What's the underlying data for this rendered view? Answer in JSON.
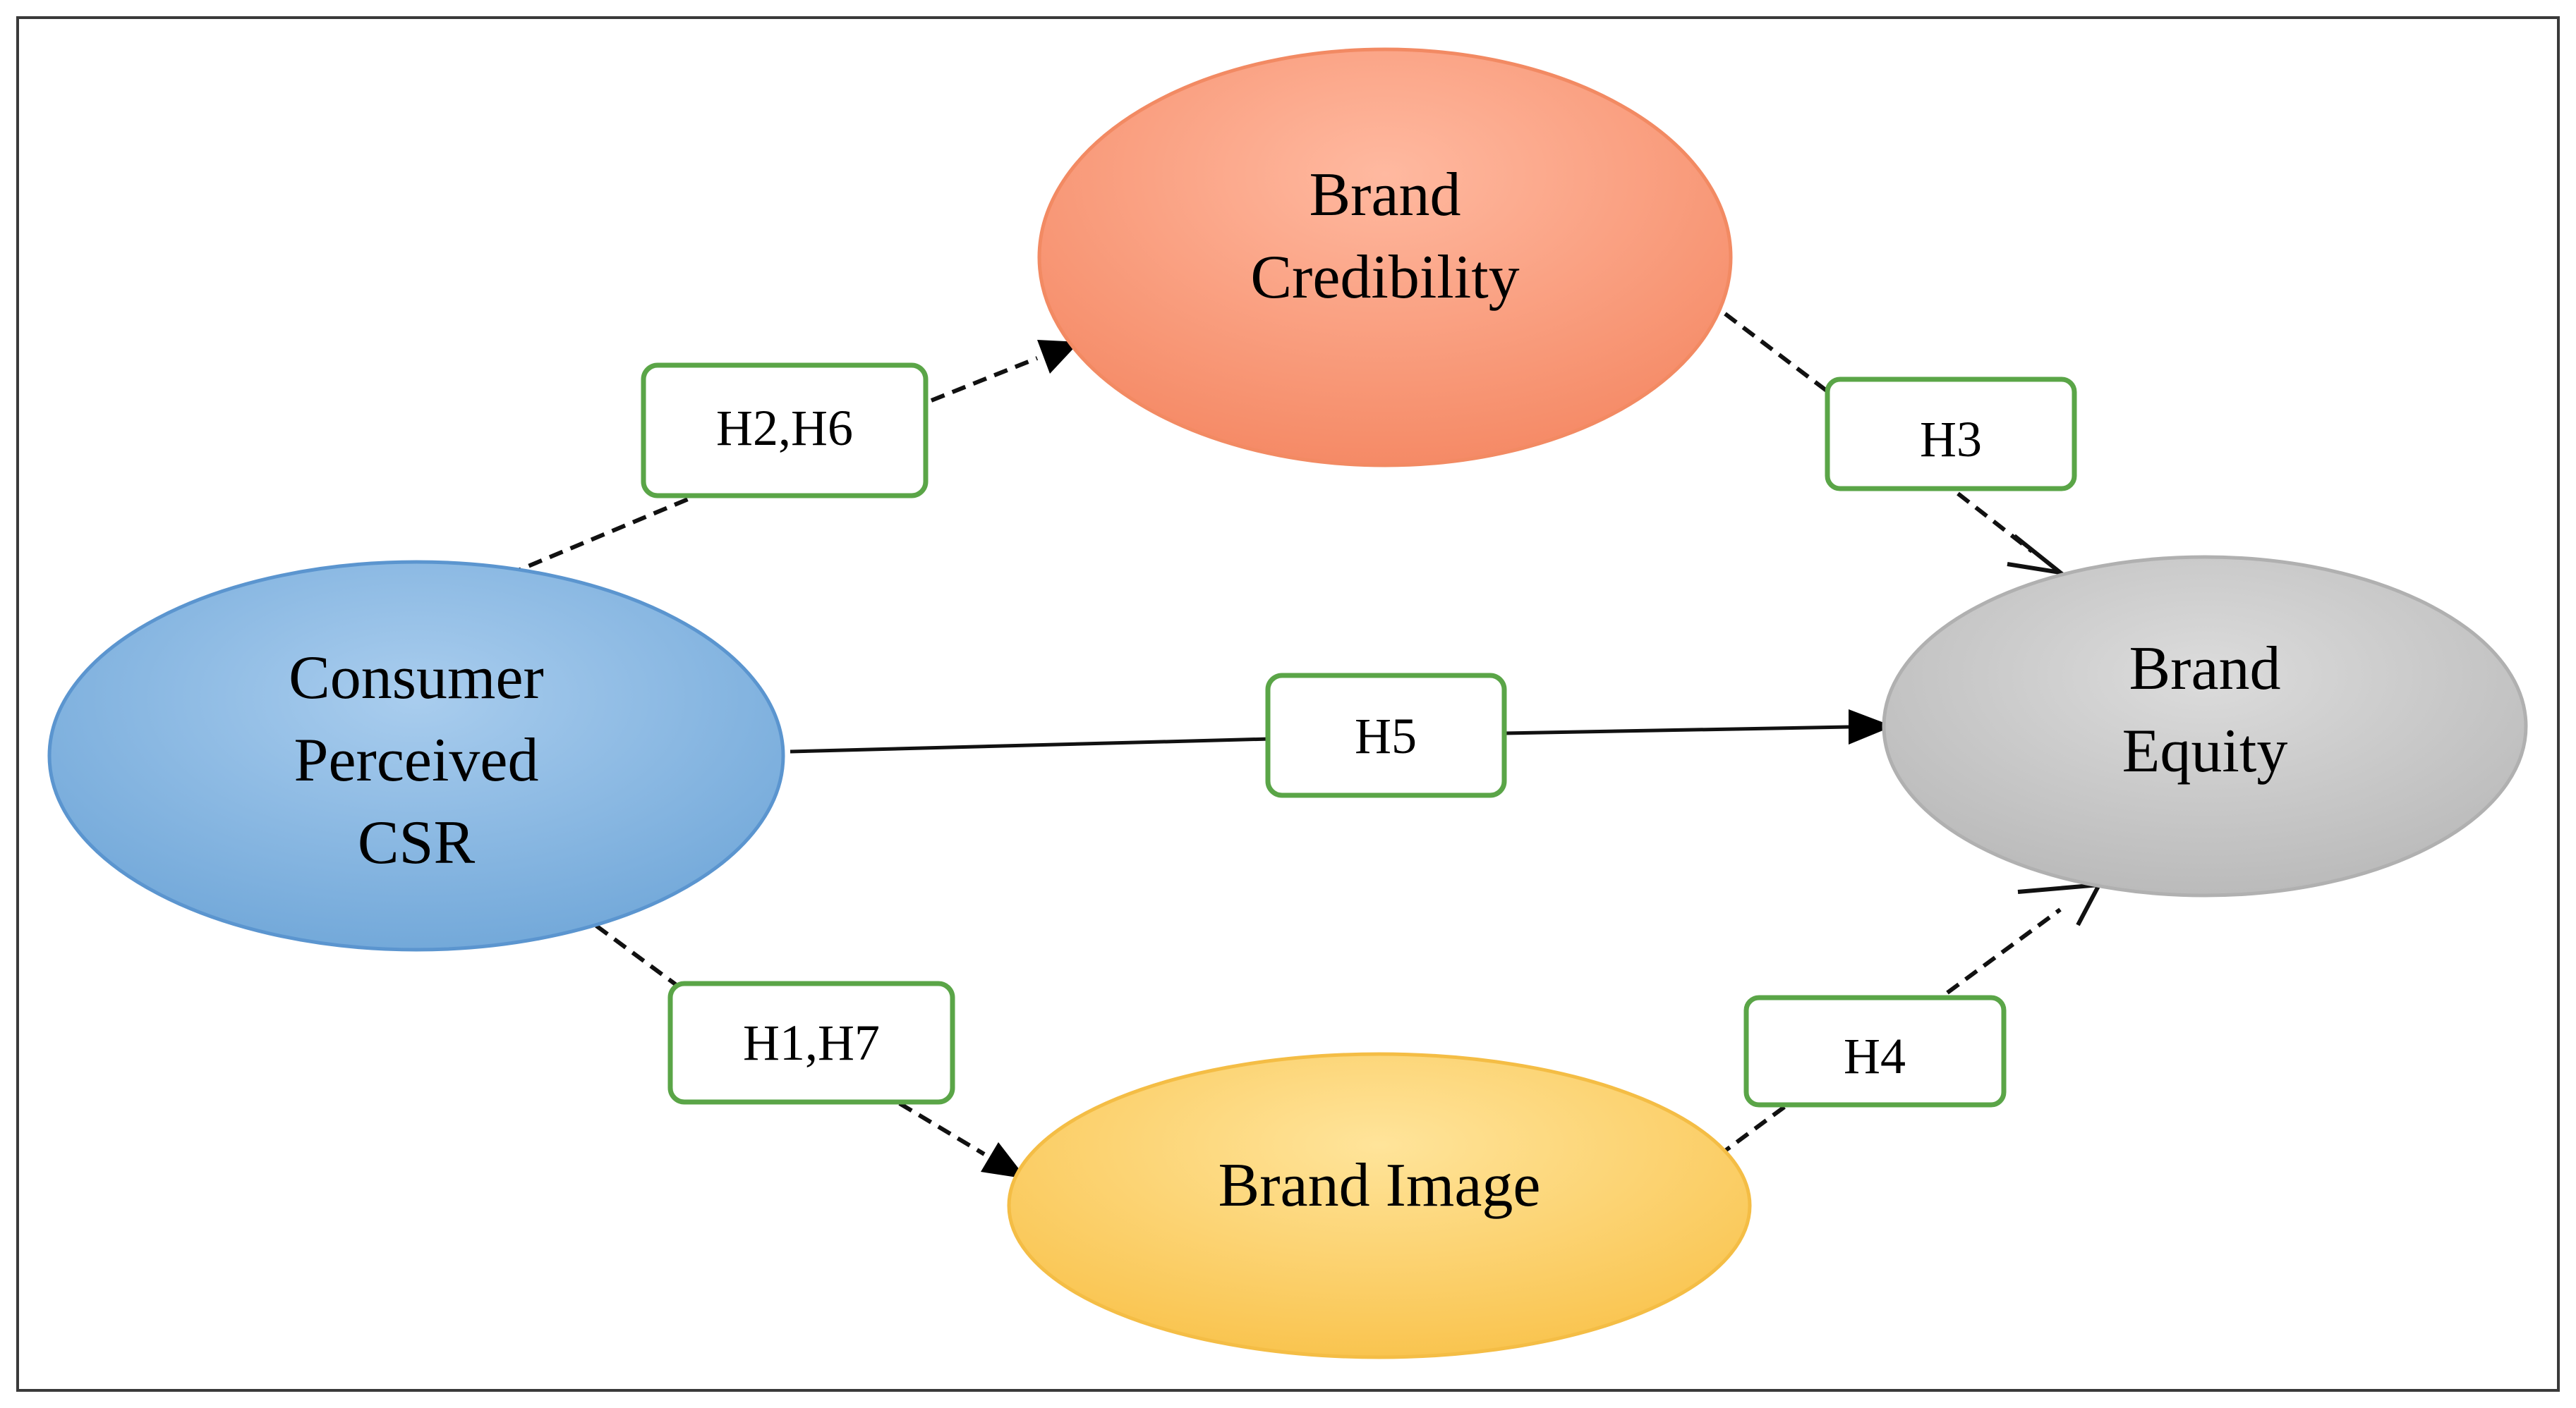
{
  "nodes": {
    "csr": {
      "lines": [
        "Consumer",
        "Perceived",
        "CSR"
      ]
    },
    "credibility": {
      "lines": [
        "Brand",
        "Credibility"
      ]
    },
    "equity": {
      "lines": [
        "Brand",
        "Equity"
      ]
    },
    "image": {
      "lines": [
        "Brand Image"
      ]
    }
  },
  "hypotheses": {
    "h2h6": "H2,H6",
    "h3": "H3",
    "h5": "H5",
    "h1h7": "H1,H7",
    "h4": "H4"
  },
  "colors": {
    "csr": "#7fb2df",
    "credibility": "#f79a79",
    "equity": "#c7c7c7",
    "image": "#fbd069",
    "hypothesis_border": "#5aa547"
  }
}
